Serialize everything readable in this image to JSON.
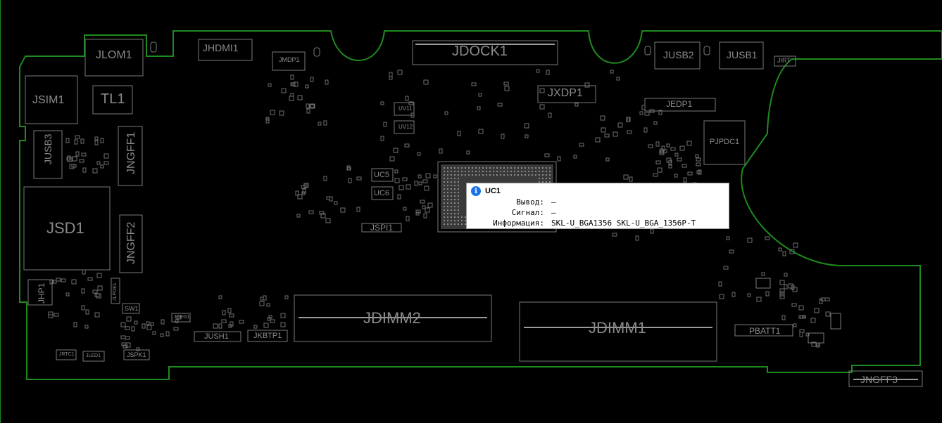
{
  "components": [
    {
      "id": "JLOM1",
      "label": "JLOM1"
    },
    {
      "id": "JHDMI1",
      "label": "JHDMI1"
    },
    {
      "id": "JMDP1",
      "label": "JMDP1"
    },
    {
      "id": "JDOCK1",
      "label": "JDOCK1"
    },
    {
      "id": "JUSB2",
      "label": "JUSB2"
    },
    {
      "id": "JUSB1",
      "label": "JUSB1"
    },
    {
      "id": "JIRT",
      "label": "JIRT"
    },
    {
      "id": "JSIM1",
      "label": "JSIM1"
    },
    {
      "id": "TL1",
      "label": "TL1"
    },
    {
      "id": "JXDP1",
      "label": "JXDP1"
    },
    {
      "id": "JEDP1",
      "label": "JEDP1"
    },
    {
      "id": "PJPDC1",
      "label": "PJPDC1"
    },
    {
      "id": "JUSB3",
      "label": "JUSB3"
    },
    {
      "id": "JNGFF1",
      "label": "JNGFF1"
    },
    {
      "id": "UV11",
      "label": "UV11"
    },
    {
      "id": "UV12",
      "label": "UV12"
    },
    {
      "id": "UC5",
      "label": "UC5"
    },
    {
      "id": "UC6",
      "label": "UC6"
    },
    {
      "id": "JSPI1",
      "label": "JSPI1"
    },
    {
      "id": "JSD1",
      "label": "JSD1"
    },
    {
      "id": "JNGFF2",
      "label": "JNGFF2"
    },
    {
      "id": "JHP1",
      "label": "JHP1"
    },
    {
      "id": "JLPDE1",
      "label": "JLPDE1"
    },
    {
      "id": "SW1",
      "label": "SW1"
    },
    {
      "id": "JDEG1",
      "label": "JDEG1"
    },
    {
      "id": "JUSH1",
      "label": "JUSH1"
    },
    {
      "id": "JKBTP1",
      "label": "JKBTP1"
    },
    {
      "id": "JDIMM2",
      "label": "JDIMM2"
    },
    {
      "id": "JDIMM1",
      "label": "JDIMM1"
    },
    {
      "id": "PBATT1",
      "label": "PBATT1"
    },
    {
      "id": "JRTC1",
      "label": "JRTC1"
    },
    {
      "id": "JLED1",
      "label": "JLED1"
    },
    {
      "id": "JSPK1",
      "label": "JSPK1"
    },
    {
      "id": "JNGFF3",
      "label": "JNGFF3"
    }
  ],
  "tooltip": {
    "icon": "info-icon",
    "title": "UC1",
    "rows": [
      {
        "key": "Вывод:",
        "value": "—"
      },
      {
        "key": "Сигнал:",
        "value": "—"
      },
      {
        "key": "Информация:",
        "value": "SKL-U_BGA1356 SKL-U_BGA_1356P-T"
      }
    ]
  },
  "colors": {
    "background": "#000000",
    "outline": "#1f8a1f",
    "silkscreen": "#8a8a8a",
    "pads": "#6f6f6f",
    "info_icon": "#1a73e8"
  }
}
